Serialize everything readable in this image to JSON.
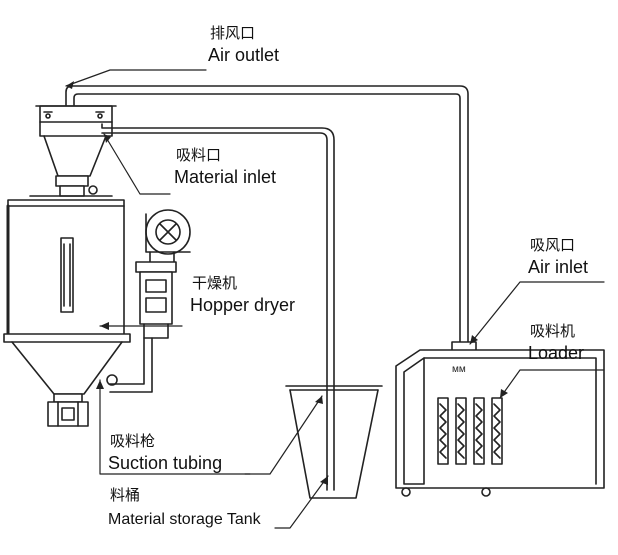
{
  "labels": {
    "air_outlet": {
      "cn": "排风口",
      "en": "Air outlet"
    },
    "material_inlet": {
      "cn": "吸料口",
      "en": "Material inlet"
    },
    "hopper_dryer": {
      "cn": "干燥机",
      "en": "Hopper dryer"
    },
    "suction_tubing": {
      "cn": "吸料枪",
      "en": "Suction tubing"
    },
    "storage_tank": {
      "cn": "料桶",
      "en": "Material storage Tank"
    },
    "air_inlet": {
      "cn": "吸风口",
      "en": "Air inlet"
    },
    "loader": {
      "cn": "吸料机",
      "en": "Loader"
    }
  },
  "loader_logo": "ᴍᴍ",
  "colors": {
    "line": "#222222",
    "fill": "#ffffff",
    "text": "#111111"
  }
}
